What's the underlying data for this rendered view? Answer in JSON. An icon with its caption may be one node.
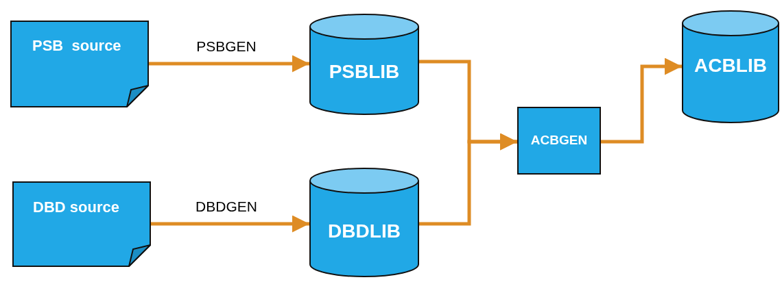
{
  "diagram": {
    "nodes": [
      {
        "text": [
          "PSB  source"
        ]
      },
      {
        "text": [
          "DBD source"
        ]
      },
      {
        "text": [
          "PSBLIB"
        ]
      },
      {
        "text": [
          "DBDLIB"
        ]
      },
      {
        "text": [
          "ACBGEN"
        ]
      },
      {
        "text": [
          "ACBLIB"
        ]
      }
    ],
    "edges": [
      {
        "from": 0,
        "to": 2,
        "arrow": "to",
        "label": "PSBGEN"
      },
      {
        "from": 1,
        "to": 3,
        "arrow": "to",
        "label": "DBDGEN"
      },
      {
        "from": 2,
        "to": 4,
        "arrow": "to"
      },
      {
        "from": 3,
        "to": 4,
        "arrow": "to"
      },
      {
        "from": 4,
        "to": 5,
        "arrow": "to"
      }
    ]
  }
}
